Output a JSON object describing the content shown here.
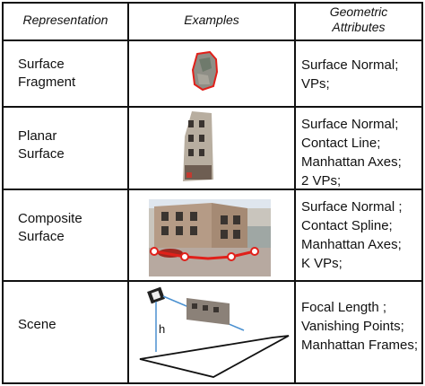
{
  "header": {
    "col1": "Representation",
    "col2": "Examples",
    "col3_line1": "Geometric",
    "col3_line2": "Attributes"
  },
  "rows": [
    {
      "label_line1": "Surface",
      "label_line2": "Fragment",
      "attributes": [
        "Surface Normal;",
        "VPs;"
      ]
    },
    {
      "label_line1": "Planar",
      "label_line2": "Surface",
      "attributes": [
        "Surface Normal;",
        "Contact Line;",
        "Manhattan Axes;",
        "2 VPs;"
      ]
    },
    {
      "label_line1": "Composite",
      "label_line2": "Surface",
      "attributes": [
        "Surface Normal ;",
        "Contact Spline;",
        "Manhattan Axes;",
        "K VPs;"
      ]
    },
    {
      "label_line1": "Scene",
      "label_line2": "",
      "attributes": [
        "Focal Length ;",
        "Vanishing Points;",
        "Manhattan Frames;"
      ]
    }
  ],
  "scene_label": "h",
  "colors": {
    "accent_red": "#e0201a",
    "line_blue": "#4a90d0"
  }
}
